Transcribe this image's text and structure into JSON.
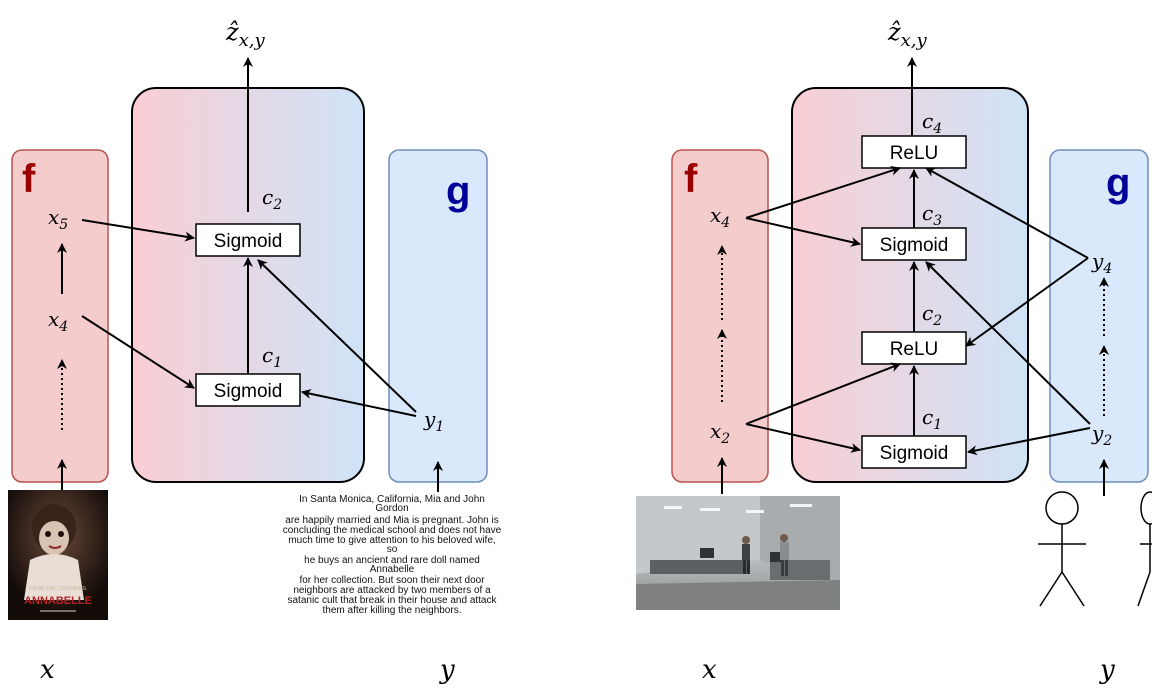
{
  "left": {
    "output_label": "ẑ",
    "output_sub": "x,y",
    "f_label": "f",
    "g_label": "g",
    "x5": "x",
    "x5_sub": "5",
    "x4": "x",
    "x4_sub": "4",
    "y1": "y",
    "y1_sub": "1",
    "c1": "c",
    "c1_sub": "1",
    "c2": "c",
    "c2_sub": "2",
    "sigmoid_top": "Sigmoid",
    "sigmoid_bottom": "Sigmoid",
    "poster_title": "ANNABELLE",
    "poster_small": "FROM THE CONJURING",
    "plot_lines": [
      "In Santa Monica, California, Mia and John",
      "Gordon",
      "are happily married and Mia is pregnant. John is",
      "concluding the medical school and does not have",
      "much time to give attention to his beloved wife,",
      "so",
      "he buys an ancient and rare doll named",
      "Annabelle",
      "for her collection. But soon their next door",
      "neighbors are attacked by two members of a",
      "satanic cult that break in their house and attack",
      "them after killing the neighbors."
    ],
    "x_label": "x",
    "y_label": "y"
  },
  "right": {
    "output_label": "ẑ",
    "output_sub": "x,y",
    "f_label": "f",
    "g_label": "g",
    "x4": "x",
    "x4_sub": "4",
    "x2": "x",
    "x2_sub": "2",
    "y4": "y",
    "y4_sub": "4",
    "y2": "y",
    "y2_sub": "2",
    "c1": "c",
    "c1_sub": "1",
    "c2": "c",
    "c2_sub": "2",
    "c3": "c",
    "c3_sub": "3",
    "c4": "c",
    "c4_sub": "4",
    "relu_top": "ReLU",
    "sigmoid_mid": "Sigmoid",
    "relu_mid": "ReLU",
    "sigmoid_bottom": "Sigmoid",
    "x_label": "x",
    "y_label": "y"
  },
  "colors": {
    "f_fill": "#f4cccc",
    "f_stroke": "#b85450",
    "f_text": "#990000",
    "g_fill": "#dae8fc",
    "g_stroke": "#6c8ebf",
    "g_text": "#000099",
    "gradient_start": "#f9ced3",
    "gradient_end": "#cfe3f7"
  }
}
